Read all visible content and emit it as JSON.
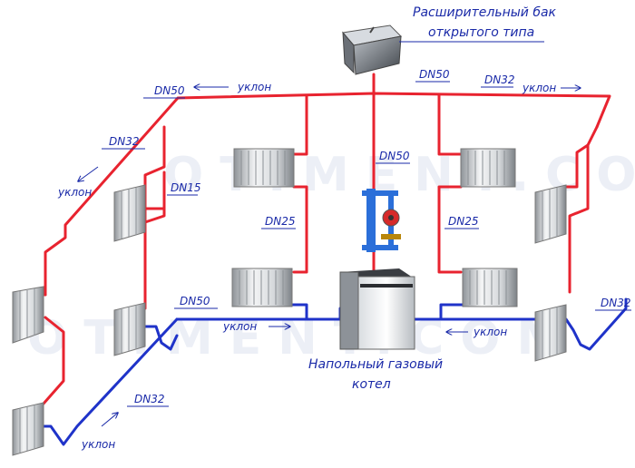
{
  "title": {
    "line1": "Расширительный бак",
    "line2": "открытого типа"
  },
  "boiler": {
    "line1": "Напольный газовый",
    "line2": "котел"
  },
  "labels": {
    "dn50_top": "DN50",
    "dn50_top_right": "DN50",
    "dn32_top_right": "DN32",
    "dn32_left": "DN32",
    "dn15": "DN15",
    "dn50_center": "DN50",
    "dn25_left": "DN25",
    "dn25_right": "DN25",
    "dn50_return": "DN50",
    "dn32_return_left": "DN32",
    "dn32_return_right": "DN32",
    "slope_top_left": "уклон",
    "slope_top_right": "уклон",
    "slope_left": "уклон",
    "slope_return_center": "уклон",
    "slope_return_right": "уклон",
    "slope_return_bottom": "уклон"
  },
  "watermark": {
    "text1": "OTIMENT.COM",
    "text2": "OTIMENT.COM"
  },
  "colors": {
    "supply": "#e8232f",
    "return": "#1f33c9",
    "label": "#1a2aa8"
  }
}
